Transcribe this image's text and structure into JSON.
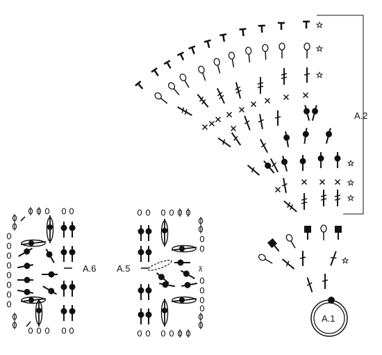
{
  "labels": {
    "a1": "A.1",
    "a2": "A.2",
    "a5": "A.5",
    "a6": "A.6"
  },
  "colors": {
    "ink": "#111111",
    "paper": "#ffffff"
  },
  "symbols": [
    "magic-ring",
    "slip-stitch-dot",
    "chain-oval",
    "treble-crochet",
    "double-treble-crochet",
    "half-treble-tall",
    "single-crochet-x",
    "picot-circle",
    "bobble-square",
    "puff-oval",
    "star-marker",
    "phi-stitch",
    "t-stitch"
  ]
}
